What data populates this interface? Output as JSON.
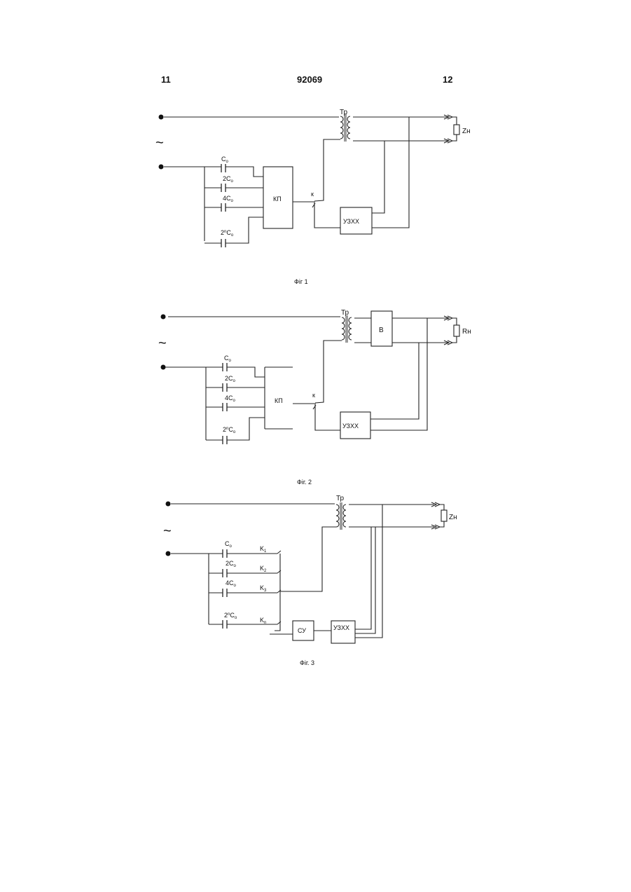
{
  "header": {
    "page_left": "11",
    "doc_number": "92069",
    "page_right": "12"
  },
  "fig1": {
    "tr": "Тр",
    "load": "Zн",
    "tilde": "~",
    "c0": "C",
    "c0_sub": "o",
    "c1": "2C",
    "c1_sub": "o",
    "c2": "4C",
    "c2_sub": "o",
    "cn_pre": "2",
    "cn_sup": "n",
    "cn": "C",
    "cn_sub": "o",
    "kp": "КП",
    "k": "к",
    "uzxx": "УЗХХ",
    "caption": "Фіг 1"
  },
  "fig2": {
    "tr": "Тр",
    "load": "Rн",
    "tilde": "~",
    "v": "В",
    "c0": "C",
    "c0_sub": "o",
    "c1": "2C",
    "c1_sub": "o",
    "c2": "4C",
    "c2_sub": "o",
    "cn_pre": "2",
    "cn_sup": "n",
    "cn": "C",
    "cn_sub": "o",
    "kp": "КП",
    "k": "к",
    "uzxx": "УЗХХ",
    "caption": "Фіг. 2"
  },
  "fig3": {
    "tr": "Тр",
    "load": "Zн",
    "tilde": "~",
    "c0": "C",
    "c0_sub": "o",
    "c1": "2C",
    "c1_sub": "o",
    "c2": "4C",
    "c2_sub": "o",
    "cn_pre": "2",
    "cn_sup": "n",
    "cn": "C",
    "cn_sub": "o",
    "k1": "K",
    "k1_sub": "1",
    "k2": "K",
    "k2_sub": "2",
    "k3": "K",
    "k3_sub": "3",
    "kn": "K",
    "kn_sub": "n",
    "su": "СУ",
    "uzxx": "УЗХХ",
    "caption": "Фіг. 3"
  }
}
